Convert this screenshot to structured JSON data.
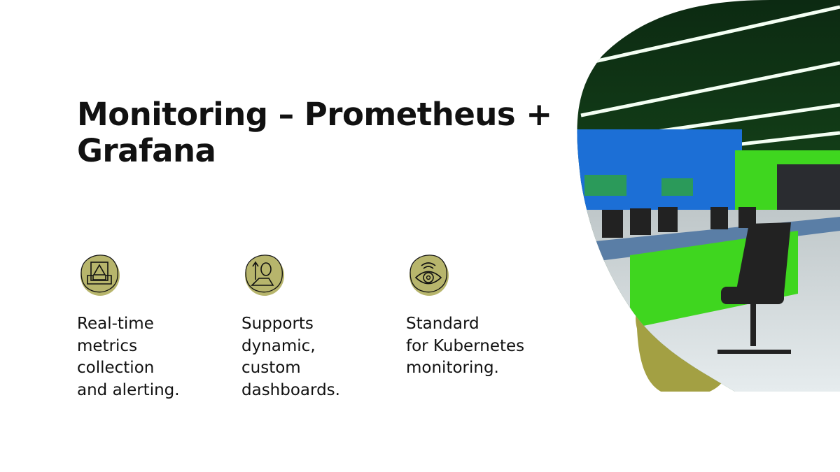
{
  "slide": {
    "title": "Monitoring – Prometheus + Grafana",
    "features": [
      {
        "icon": "alert-tray-icon",
        "text": "Real-time\nmetrics\ncollection\nand alerting."
      },
      {
        "icon": "person-growth-icon",
        "text": "Supports\ndynamic,\ncustom\ndashboards."
      },
      {
        "icon": "eye-signal-icon",
        "text": "Standard\nfor Kubernetes\nmonitoring."
      }
    ]
  },
  "colors": {
    "accent": "#b7b56c",
    "blob": "#a3a043",
    "green": "#3fd61f"
  }
}
